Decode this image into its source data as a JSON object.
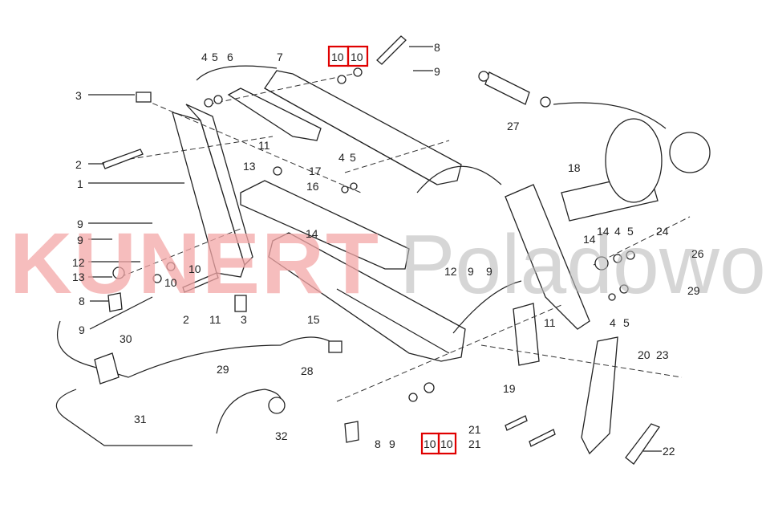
{
  "watermark": {
    "brand": "KUNERT",
    "place": "Poladowo"
  },
  "labels": [
    "4",
    "5",
    "6",
    "7",
    "10",
    "10",
    "8",
    "9",
    "3",
    "27",
    "11",
    "2",
    "17",
    "4",
    "5",
    "18",
    "13",
    "16",
    "1",
    "9",
    "9",
    "14",
    "12",
    "13",
    "10",
    "10",
    "8",
    "9",
    "2",
    "11",
    "3",
    "15",
    "12",
    "9",
    "9",
    "14",
    "14",
    "4",
    "5",
    "24",
    "26",
    "29",
    "11",
    "4",
    "5",
    "30",
    "29",
    "28",
    "19",
    "20",
    "23",
    "31",
    "32",
    "8",
    "9",
    "10",
    "10",
    "21",
    "21",
    "22"
  ],
  "highlight_color": "#e00000"
}
